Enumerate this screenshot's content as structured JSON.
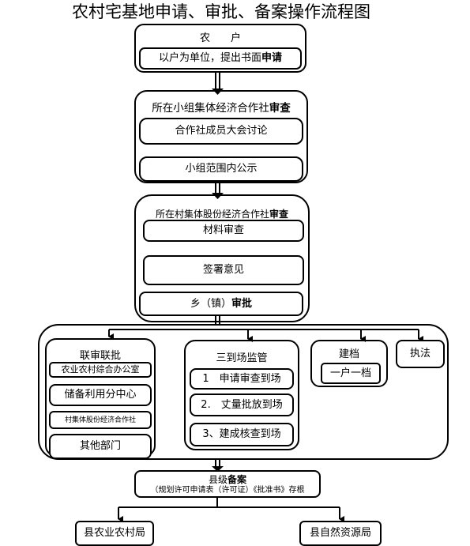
{
  "title": "农村宅基地申请、审批、备案操作流程图",
  "farmer": {
    "title": "农　　户",
    "step_text": "以户为单位，提出书面",
    "step_bold": "申请"
  },
  "group": {
    "title_text": "所在小组集体经济合作社",
    "title_bold": "审查",
    "steps": [
      "合作社成员大会讨论",
      "小组范围内公示"
    ]
  },
  "village": {
    "title_text": "所在村集体股份经济合作社",
    "title_bold": "审查",
    "steps": [
      "材料审查",
      "签署意见"
    ],
    "approval_text": "乡（镇）",
    "approval_bold": "审批"
  },
  "joint_review": {
    "title": "联审联批",
    "items": [
      "农业农村综合办公室",
      "储备利用分中心",
      "村集体股份经济合作社",
      "其他部门"
    ]
  },
  "site_supervision": {
    "title": "三到场监管",
    "items": [
      "1　申请审查到场",
      "2.　丈量批放到场",
      "3、建成核查到场"
    ]
  },
  "archive": {
    "title": "建档",
    "item": "一户一档"
  },
  "enforcement": {
    "title": "执法"
  },
  "county_filing": {
    "title_text": "县级",
    "title_bold": "备案",
    "subtitle": "（规划许可申请表（许可证）《批准书》存根"
  },
  "bureaus": [
    "县农业农村局",
    "县自然资源局"
  ]
}
